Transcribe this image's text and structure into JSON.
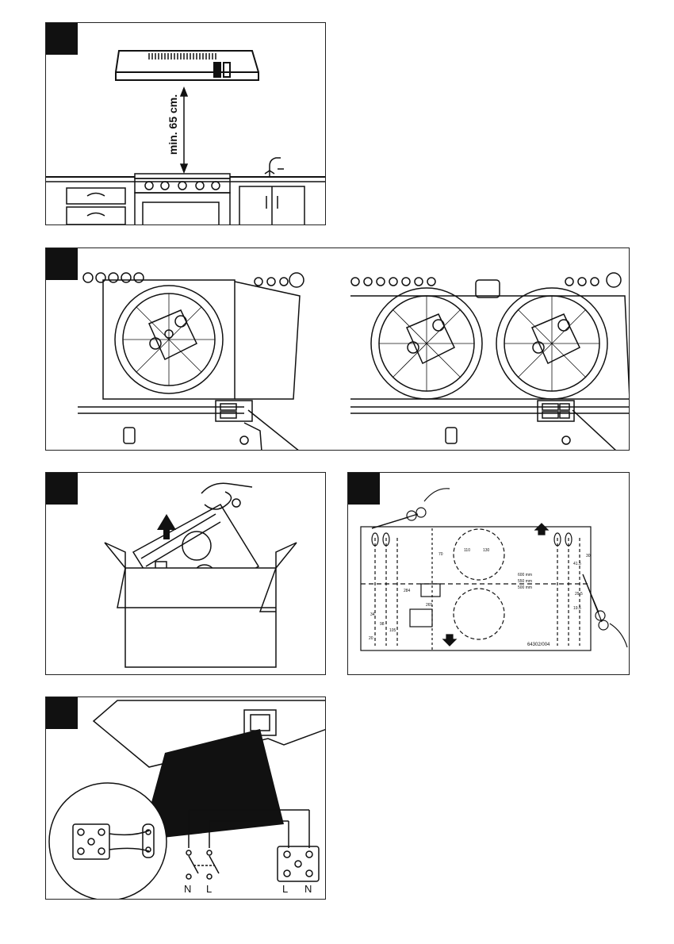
{
  "fig1": {
    "height_label": "min. 65 cm."
  },
  "fig5": {
    "terminals_left": [
      "N",
      "L"
    ],
    "terminals_right": [
      "L",
      "N"
    ]
  },
  "fig4": {
    "template_code": "64302/004",
    "legend": [
      "600 mm",
      "550 mm",
      "500 mm"
    ],
    "dims": [
      "110",
      "130",
      "70",
      "284",
      "265",
      "19.5",
      "41.5",
      "30",
      "29.5",
      "34",
      "20",
      "98",
      "105"
    ]
  },
  "colors": {
    "ink": "#111111",
    "paper": "#ffffff"
  }
}
